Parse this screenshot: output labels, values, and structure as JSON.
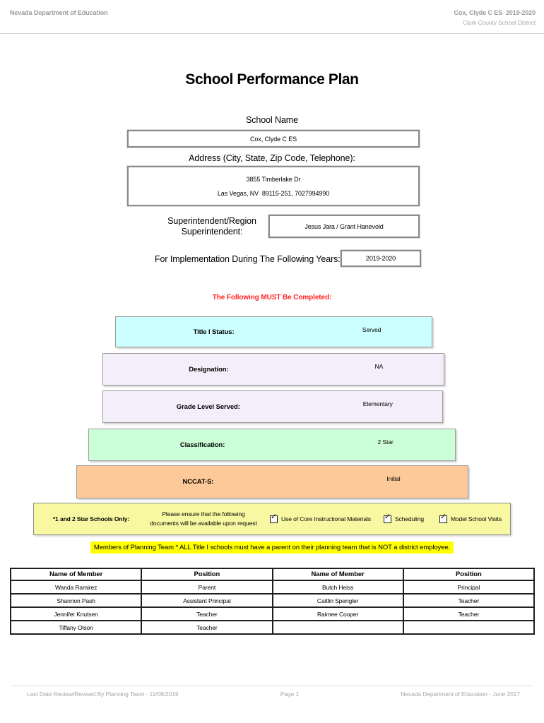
{
  "colors": {
    "notice_red": "#ff2222",
    "highlight_yellow": "#ffff00",
    "star_band_yellow": "#f8f8a2"
  },
  "icons": {
    "checkbox_checked": "✓"
  },
  "page_header": {
    "left": "Nevada Department of Education",
    "right_line1": "Cox, Clyde C ES  2019-2020",
    "right_line2": "Clark County School District"
  },
  "title": "School Performance Plan",
  "school": {
    "name_label": "School Name",
    "name_value": "Cox, Clyde C ES",
    "address_label": "Address (City, State, Zip Code, Telephone):",
    "address_line1": "3855 Timberlake Dr",
    "address_line2": "Las Vegas, NV  89115-251, 7027994990"
  },
  "superintendent": {
    "label_line1": "Superintendent/Region",
    "label_line2": "Superintendent:",
    "value": "Jesus Jara / Grant Hanevold"
  },
  "implementation": {
    "label": "For Implementation During The Following Years:",
    "value": "2019-2020"
  },
  "must_complete_notice": "The Following MUST Be Completed:",
  "status_rows": [
    {
      "label": "Title I Status:",
      "value": "Served",
      "color": "#ccffff"
    },
    {
      "label": "Designation:",
      "value": "NA",
      "color": "#f4eefb"
    },
    {
      "label": "Grade Level Served:",
      "value": "Elementary",
      "color": "#f4eefb"
    },
    {
      "label": "Classification:",
      "value": "2 Star",
      "color": "#ccfed8"
    },
    {
      "label": "NCCAT-S:",
      "value": "Initial",
      "color": "#fec998"
    }
  ],
  "star_schools": {
    "label": "*1 and 2 Star Schools Only:",
    "note_line1": "Please ensure that the following",
    "note_line2": "documents will be available upon request",
    "checkboxes": [
      {
        "label": "Use of Core Instructional Materials",
        "checked": true
      },
      {
        "label": "Scheduling",
        "checked": true
      },
      {
        "label": "Model School Visits",
        "checked": true
      }
    ]
  },
  "planning_team_notice": "Members of Planning Team * ALL Title I schools must have a parent on their planning team that is NOT a district employee.",
  "members_table": {
    "headers": [
      "Name of Member",
      "Position",
      "Name of Member",
      "Position"
    ],
    "rows": [
      [
        "Wanda Ramirez",
        "Parent",
        "Butch Heiss",
        "Principal"
      ],
      [
        "Shannon Pash",
        "Assistant Principal",
        "Caitlin Spengler",
        "Teacher"
      ],
      [
        "Jennifer Knutsen",
        "Teacher",
        "Raimee Cooper",
        "Teacher"
      ],
      [
        "Tiffany Olson",
        "Teacher",
        "",
        ""
      ]
    ]
  },
  "page_footer": {
    "left": "Last Date Review/Revised By Planning Team - 11/08/2019",
    "center": "Page 1",
    "right": "Nevada Department of Education - June 2017"
  }
}
